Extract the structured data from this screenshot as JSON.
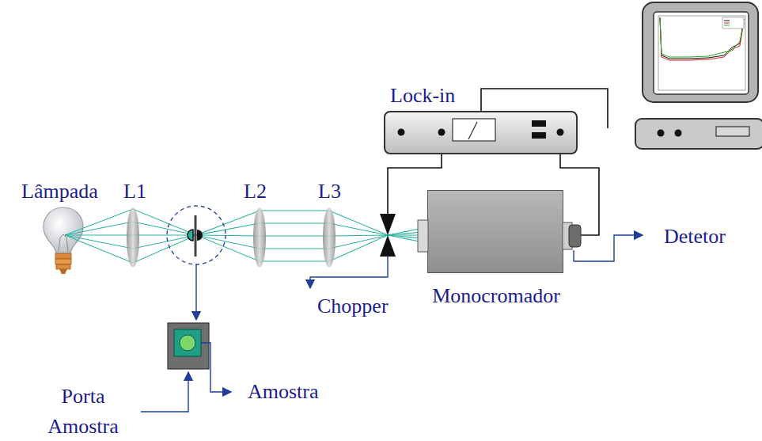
{
  "diagram": {
    "nodes": [
      {
        "text": [
          "Lock-in"
        ]
      },
      {
        "text": [
          "Monocromador"
        ]
      }
    ],
    "labels": [
      "Lâmpada",
      "L1",
      "L2",
      "L3",
      "Chopper",
      "Detetor",
      "Porta Amostra",
      "Amostra"
    ]
  }
}
